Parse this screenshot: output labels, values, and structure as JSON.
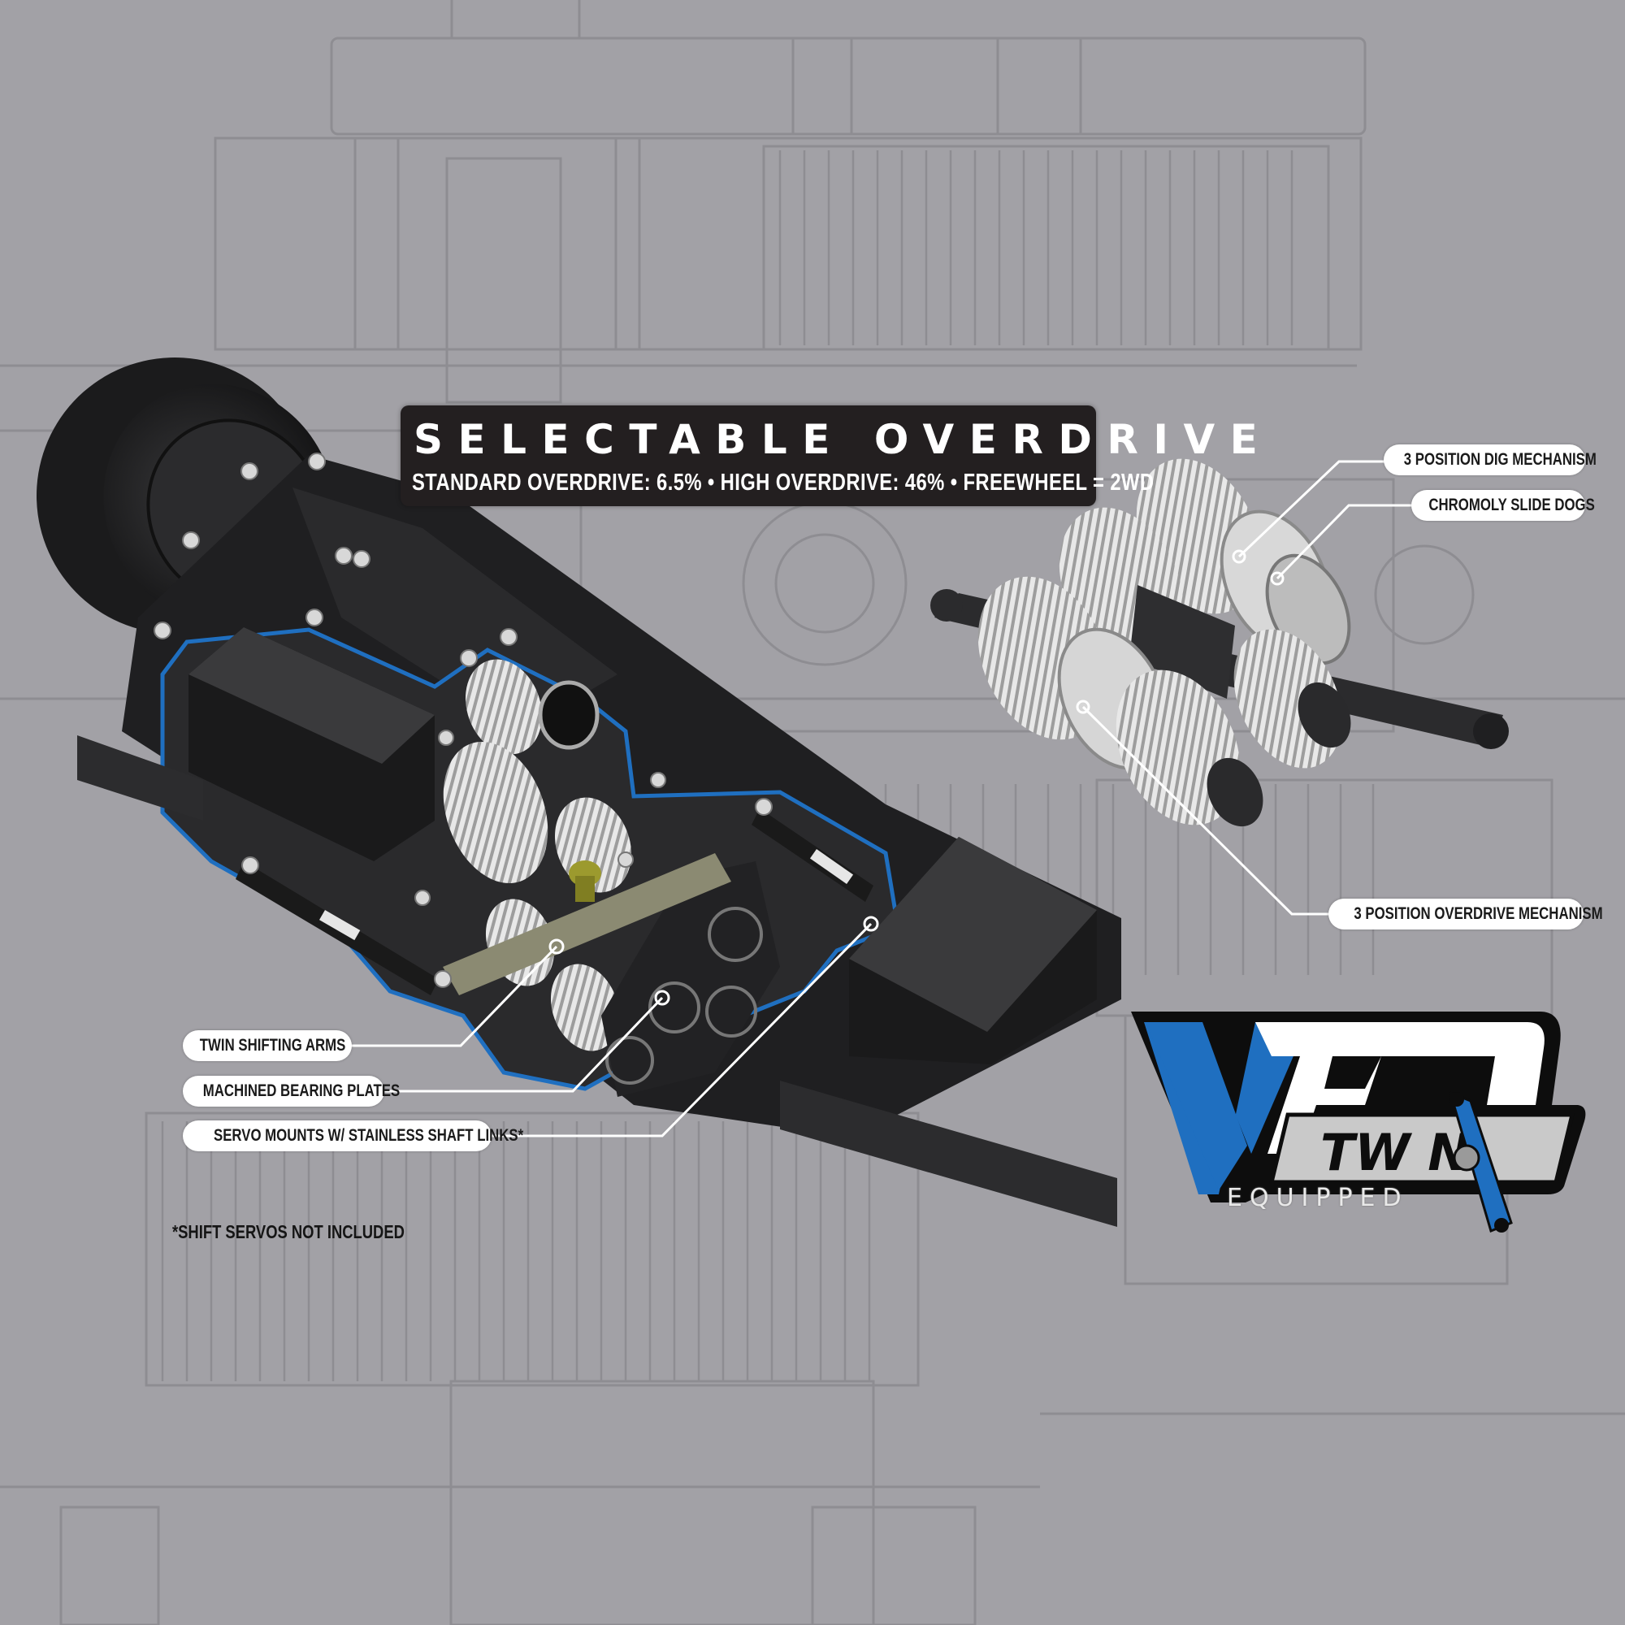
{
  "header": {
    "title": "SELECTABLE OVERDRIVE",
    "subtitle": "STANDARD OVERDRIVE: 6.5% • HIGH OVERDRIVE: 46% • FREEWHEEL = 2WD"
  },
  "callouts": {
    "right": [
      {
        "label": "3 POSITION DIG MECHANISM"
      },
      {
        "label": "CHROMOLY SLIDE DOGS"
      },
      {
        "label": "3 POSITION OVERDRIVE MECHANISM"
      }
    ],
    "left": [
      {
        "label": "TWIN SHIFTING ARMS"
      },
      {
        "label": "MACHINED BEARING PLATES"
      },
      {
        "label": "SERVO MOUNTS W/ STAINLESS SHAFT LINKS*"
      }
    ]
  },
  "footnote": "*SHIFT SERVOS NOT INCLUDED",
  "logo": {
    "brand": "VFD",
    "model": "TWIN",
    "tagline": "EQUIPPED"
  },
  "colors": {
    "background": "#a2a1a6",
    "blueprint_line": "#8e8d92",
    "title_box": "#231f20",
    "accent_blue": "#1f6fc0",
    "part_dark": "#232325",
    "gear_silver": "#d4d4d4",
    "shift_arm": "#8b8a72",
    "brass_bushing": "#9c9a2e"
  },
  "icons": {
    "transmission": "transmission-illustration-icon",
    "gear_cluster": "gear-cluster-illustration-icon",
    "logo": "vfd-twin-logo-icon"
  }
}
